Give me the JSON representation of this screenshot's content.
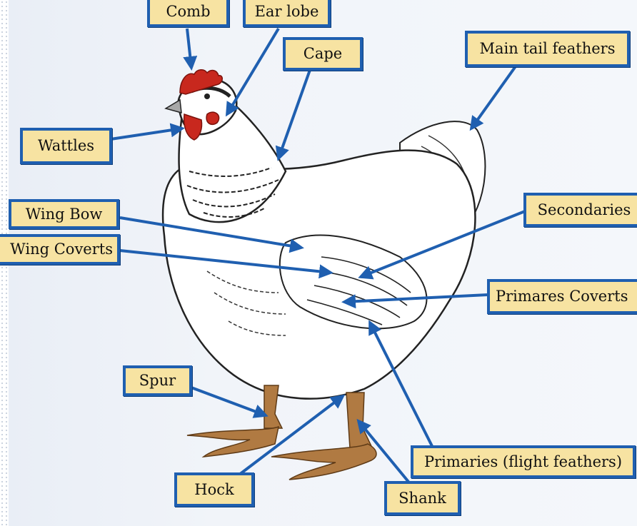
{
  "labels": {
    "comb": "Comb",
    "ear_lobe": "Ear lobe",
    "cape": "Cape",
    "main_tail_feathers": "Main tail feathers",
    "wattles": "Wattles",
    "wing_bow": "Wing Bow",
    "secondaries": "Secondaries",
    "wing_coverts": "Wing Coverts",
    "primaries_coverts": "Primares Coverts",
    "spur": "Spur",
    "primaries": "Primaries (flight feathers)",
    "hock": "Hock",
    "shank": "Shank"
  },
  "colors": {
    "label_fill": "#f7e3a2",
    "label_border": "#1f5fb0",
    "arrow": "#1f5fb0",
    "comb": "#c8281e",
    "legs": "#b07a42"
  }
}
